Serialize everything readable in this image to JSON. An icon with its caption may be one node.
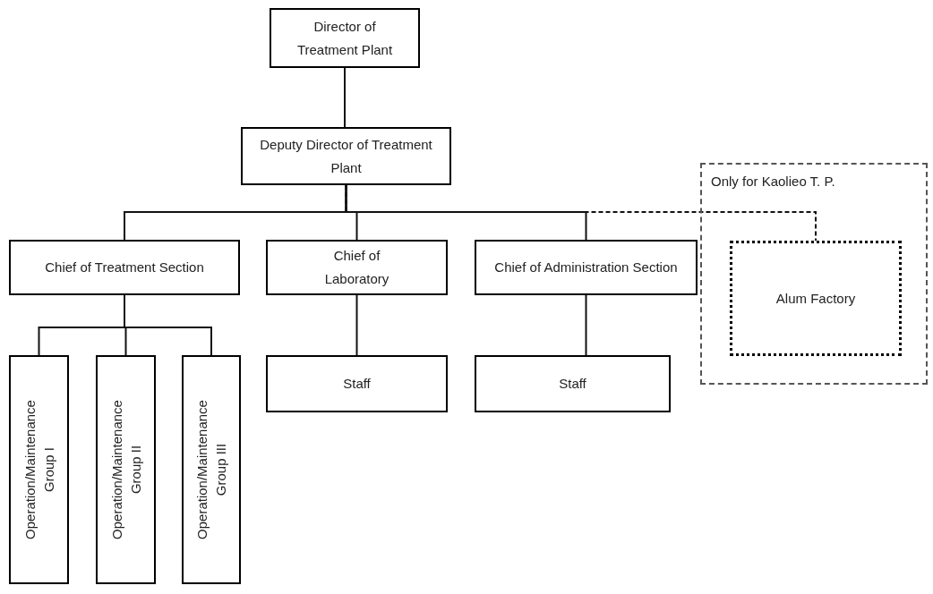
{
  "diagram": {
    "nodes": [
      {
        "text": [
          "Director of Treatment Plant"
        ]
      },
      {
        "text": [
          "Deputy Director of Treatment Plant"
        ]
      },
      {
        "text": [
          "Chief of Treatment Section"
        ]
      },
      {
        "text": [
          "Chief of Laboratory"
        ]
      },
      {
        "text": [
          "Chief of Administration Section"
        ]
      },
      {
        "text": [
          "Only for Kaolieo T. P."
        ]
      },
      {
        "text": [
          "Alum Factory"
        ],
        "in": 5
      },
      {
        "text": [
          "Operation/Maintenance Group I"
        ]
      },
      {
        "text": [
          "Operation/Maintenance Group II"
        ]
      },
      {
        "text": [
          "Operation/Maintenance Group III"
        ]
      },
      {
        "text": [
          "Staff"
        ]
      },
      {
        "text": [
          "Staff"
        ]
      }
    ],
    "edges": [
      {
        "from": 0,
        "to": 1,
        "arrow": "none"
      },
      {
        "from": 1,
        "to": 2,
        "arrow": "none"
      },
      {
        "from": 1,
        "to": 3,
        "arrow": "none"
      },
      {
        "from": 1,
        "to": 4,
        "arrow": "none"
      },
      {
        "from": 1,
        "to": 6,
        "arrow": "none",
        "style": "dashed"
      },
      {
        "from": 2,
        "to": 7,
        "arrow": "none"
      },
      {
        "from": 2,
        "to": 8,
        "arrow": "none"
      },
      {
        "from": 2,
        "to": 9,
        "arrow": "none"
      },
      {
        "from": 3,
        "to": 10,
        "arrow": "none"
      },
      {
        "from": 4,
        "to": 11,
        "arrow": "none"
      }
    ]
  }
}
